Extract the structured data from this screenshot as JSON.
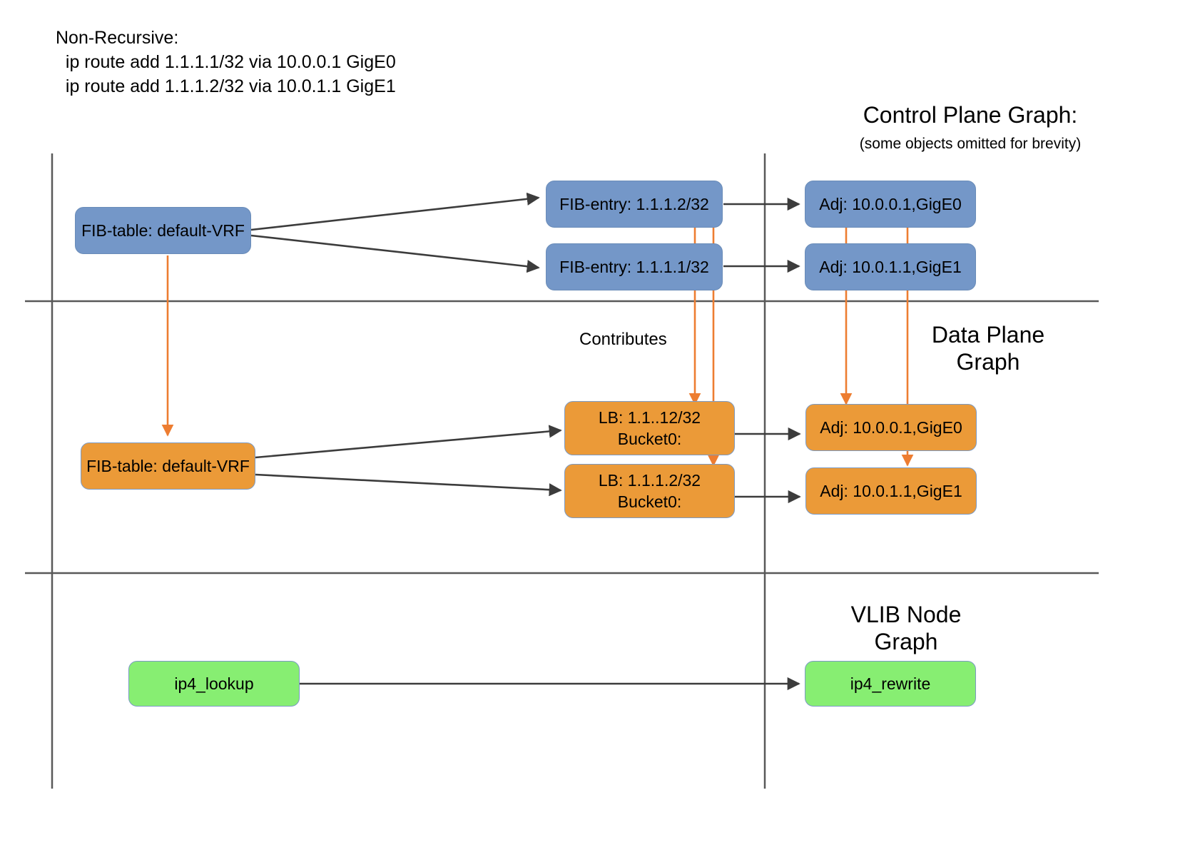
{
  "header": {
    "caption": "Non-Recursive:\n  ip route add 1.1.1.1/32 via 10.0.0.1 GigE0\n  ip route add 1.1.1.2/32 via 10.0.1.1 GigE1"
  },
  "titles": {
    "control_plane": "Control Plane Graph:",
    "control_plane_note": "(some objects omitted for brevity)",
    "data_plane": "Data Plane\nGraph",
    "vlib_node": "VLIB Node\nGraph"
  },
  "labels": {
    "contributes": "Contributes"
  },
  "control_plane": {
    "fib_table": "FIB-table: default-VRF",
    "fib_entries": [
      "FIB-entry: 1.1.1.2/32",
      "FIB-entry: 1.1.1.1/32"
    ],
    "adjacencies": [
      "Adj: 10.0.0.1,GigE0",
      "Adj: 10.0.1.1,GigE1"
    ]
  },
  "data_plane": {
    "fib_table": "FIB-table: default-VRF",
    "load_balancers": [
      {
        "name": "LB: 1.1..12/32",
        "bucket": "Bucket0:"
      },
      {
        "name": "LB: 1.1.1.2/32",
        "bucket": "Bucket0:"
      }
    ],
    "adjacencies": [
      "Adj: 10.0.0.1,GigE0",
      "Adj: 10.0.1.1,GigE1"
    ]
  },
  "vlib_graph": {
    "nodes": [
      "ip4_lookup",
      "ip4_rewrite"
    ]
  },
  "colors": {
    "control_plane_fill": "#7497c8",
    "data_plane_fill": "#eb9a38",
    "vlib_fill": "#87ee72",
    "contributes_arrow": "#ed7d31",
    "edge": "#3c3c3c",
    "divider": "#595959"
  }
}
